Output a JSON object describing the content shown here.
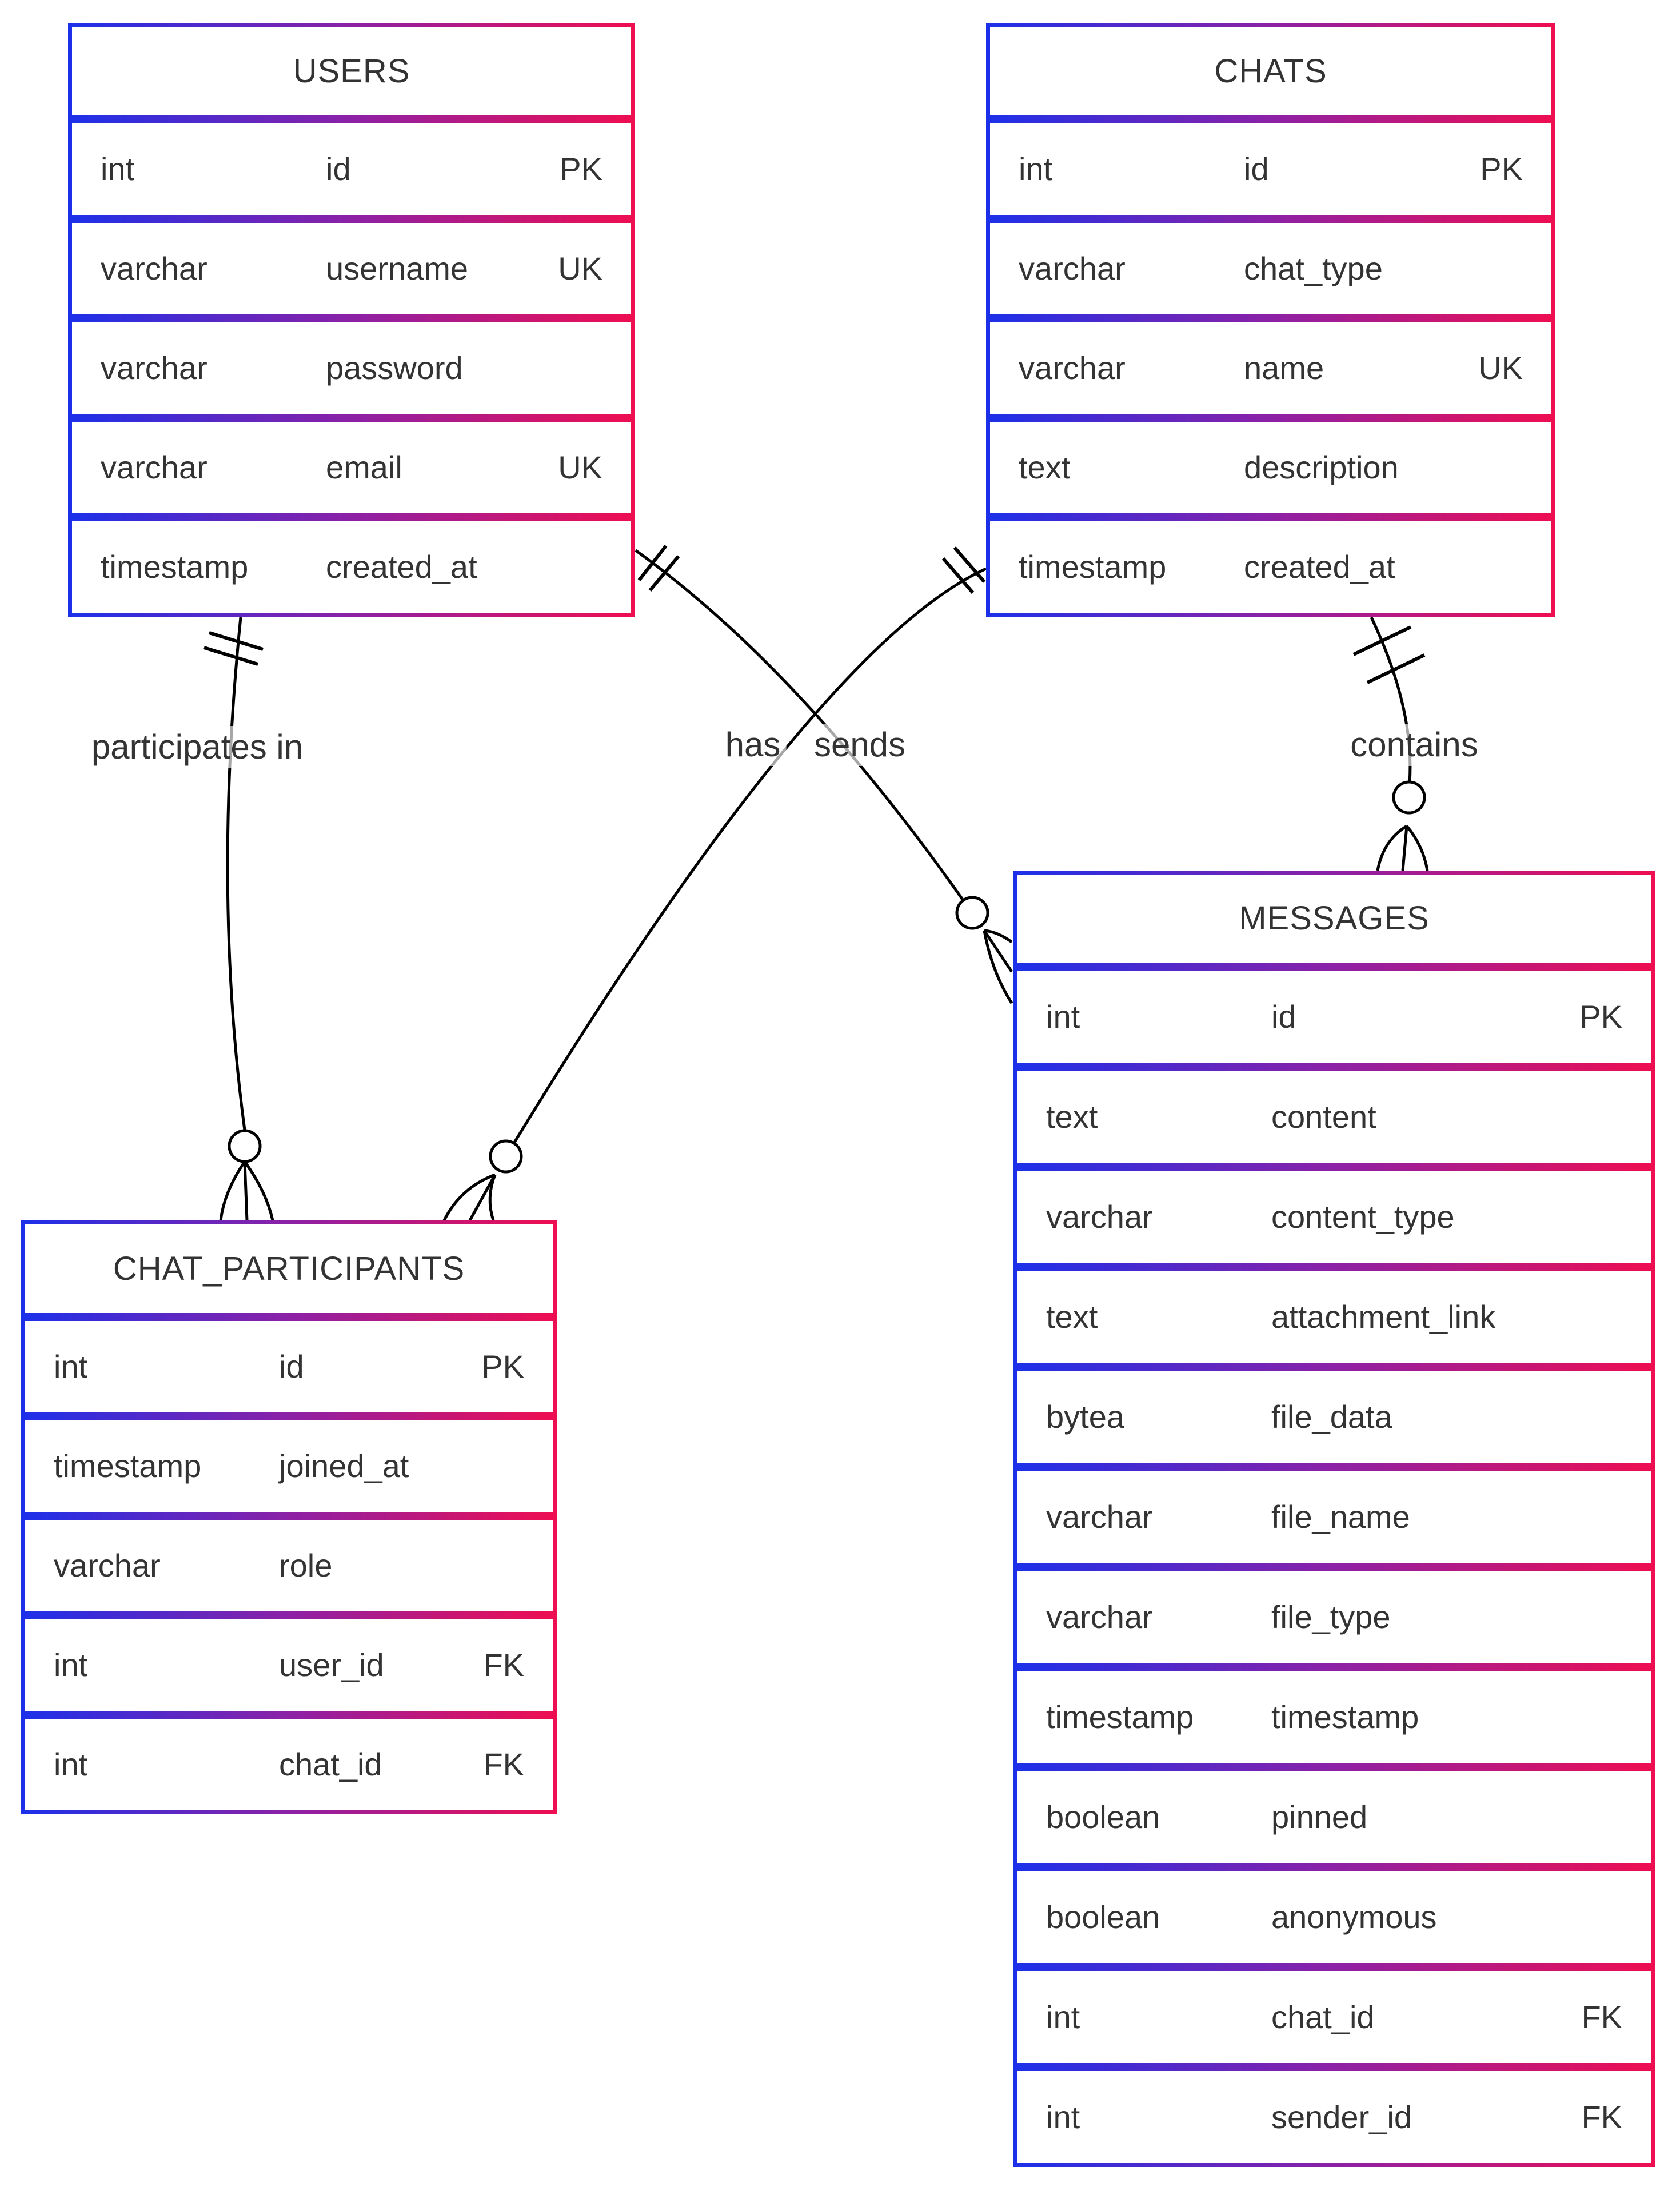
{
  "diagram": {
    "entities": [
      {
        "name": "USERS",
        "attributes": [
          {
            "type": "int",
            "name": "id",
            "key": "PK"
          },
          {
            "type": "varchar",
            "name": "username",
            "key": "UK"
          },
          {
            "type": "varchar",
            "name": "password",
            "key": ""
          },
          {
            "type": "varchar",
            "name": "email",
            "key": "UK"
          },
          {
            "type": "timestamp",
            "name": "created_at",
            "key": ""
          }
        ]
      },
      {
        "name": "CHATS",
        "attributes": [
          {
            "type": "int",
            "name": "id",
            "key": "PK"
          },
          {
            "type": "varchar",
            "name": "chat_type",
            "key": ""
          },
          {
            "type": "varchar",
            "name": "name",
            "key": "UK"
          },
          {
            "type": "text",
            "name": "description",
            "key": ""
          },
          {
            "type": "timestamp",
            "name": "created_at",
            "key": ""
          }
        ]
      },
      {
        "name": "CHAT_PARTICIPANTS",
        "attributes": [
          {
            "type": "int",
            "name": "id",
            "key": "PK"
          },
          {
            "type": "timestamp",
            "name": "joined_at",
            "key": ""
          },
          {
            "type": "varchar",
            "name": "role",
            "key": ""
          },
          {
            "type": "int",
            "name": "user_id",
            "key": "FK"
          },
          {
            "type": "int",
            "name": "chat_id",
            "key": "FK"
          }
        ]
      },
      {
        "name": "MESSAGES",
        "attributes": [
          {
            "type": "int",
            "name": "id",
            "key": "PK"
          },
          {
            "type": "text",
            "name": "content",
            "key": ""
          },
          {
            "type": "varchar",
            "name": "content_type",
            "key": ""
          },
          {
            "type": "text",
            "name": "attachment_link",
            "key": ""
          },
          {
            "type": "bytea",
            "name": "file_data",
            "key": ""
          },
          {
            "type": "varchar",
            "name": "file_name",
            "key": ""
          },
          {
            "type": "varchar",
            "name": "file_type",
            "key": ""
          },
          {
            "type": "timestamp",
            "name": "timestamp",
            "key": ""
          },
          {
            "type": "boolean",
            "name": "pinned",
            "key": ""
          },
          {
            "type": "boolean",
            "name": "anonymous",
            "key": ""
          },
          {
            "type": "int",
            "name": "chat_id",
            "key": "FK"
          },
          {
            "type": "int",
            "name": "sender_id",
            "key": "FK"
          }
        ]
      }
    ],
    "relationships": [
      {
        "from": "USERS",
        "to": "CHAT_PARTICIPANTS",
        "label": "participates in",
        "from_cardinality": "exactly-one",
        "to_cardinality": "zero-or-many"
      },
      {
        "from": "CHATS",
        "to": "CHAT_PARTICIPANTS",
        "label": "has",
        "from_cardinality": "exactly-one",
        "to_cardinality": "zero-or-many"
      },
      {
        "from": "USERS",
        "to": "MESSAGES",
        "label": "sends",
        "from_cardinality": "exactly-one",
        "to_cardinality": "zero-or-many"
      },
      {
        "from": "CHATS",
        "to": "MESSAGES",
        "label": "contains",
        "from_cardinality": "exactly-one",
        "to_cardinality": "zero-or-many"
      }
    ],
    "colors": {
      "gradient_start": "#1d30e9",
      "gradient_mid": "#8c21a6",
      "gradient_end": "#ee0e52",
      "text": "#333333",
      "line": "#000000",
      "background": "#ffffff"
    }
  }
}
